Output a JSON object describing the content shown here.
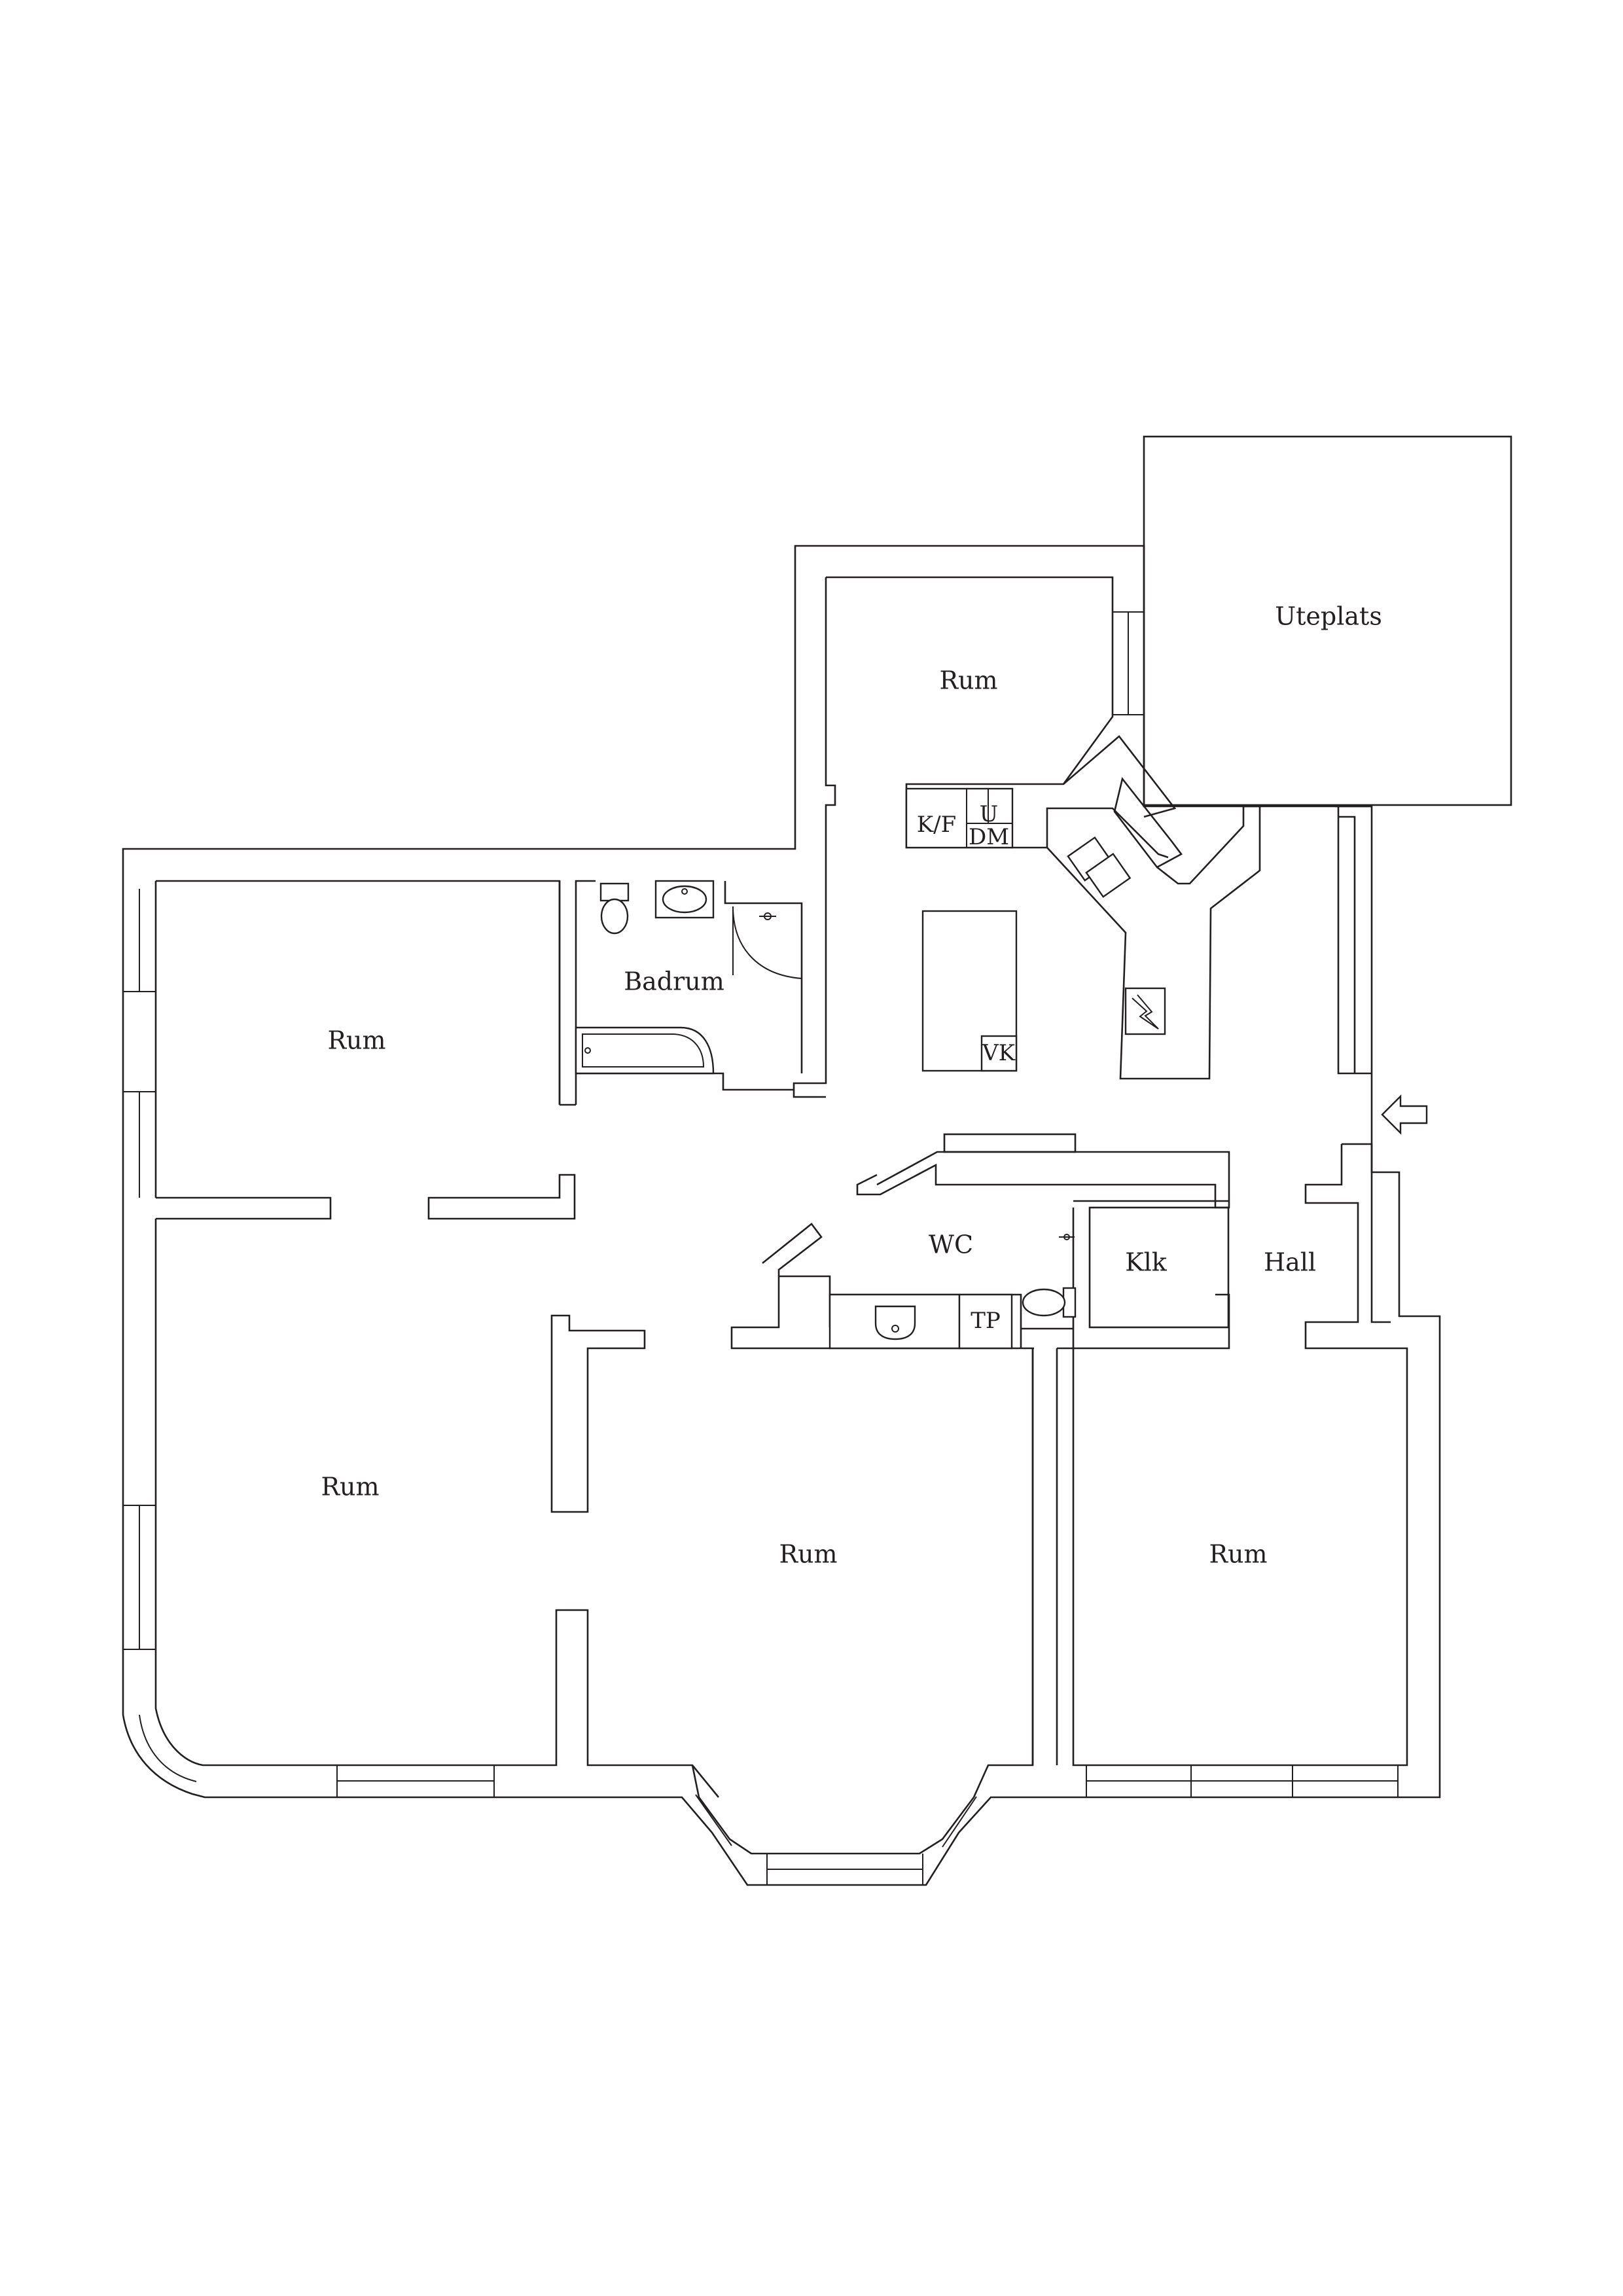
{
  "rooms": {
    "uteplats": "Uteplats",
    "rum_top": "Rum",
    "rum_upper_left": "Rum",
    "badrum": "Badrum",
    "rum_lower_left": "Rum",
    "rum_center": "Rum",
    "rum_right": "Rum",
    "wc": "WC",
    "klk": "Klk",
    "hall": "Hall"
  },
  "fixtures": {
    "kf": "K/F",
    "u": "U",
    "dm": "DM",
    "vk": "VK",
    "tp": "TP"
  }
}
